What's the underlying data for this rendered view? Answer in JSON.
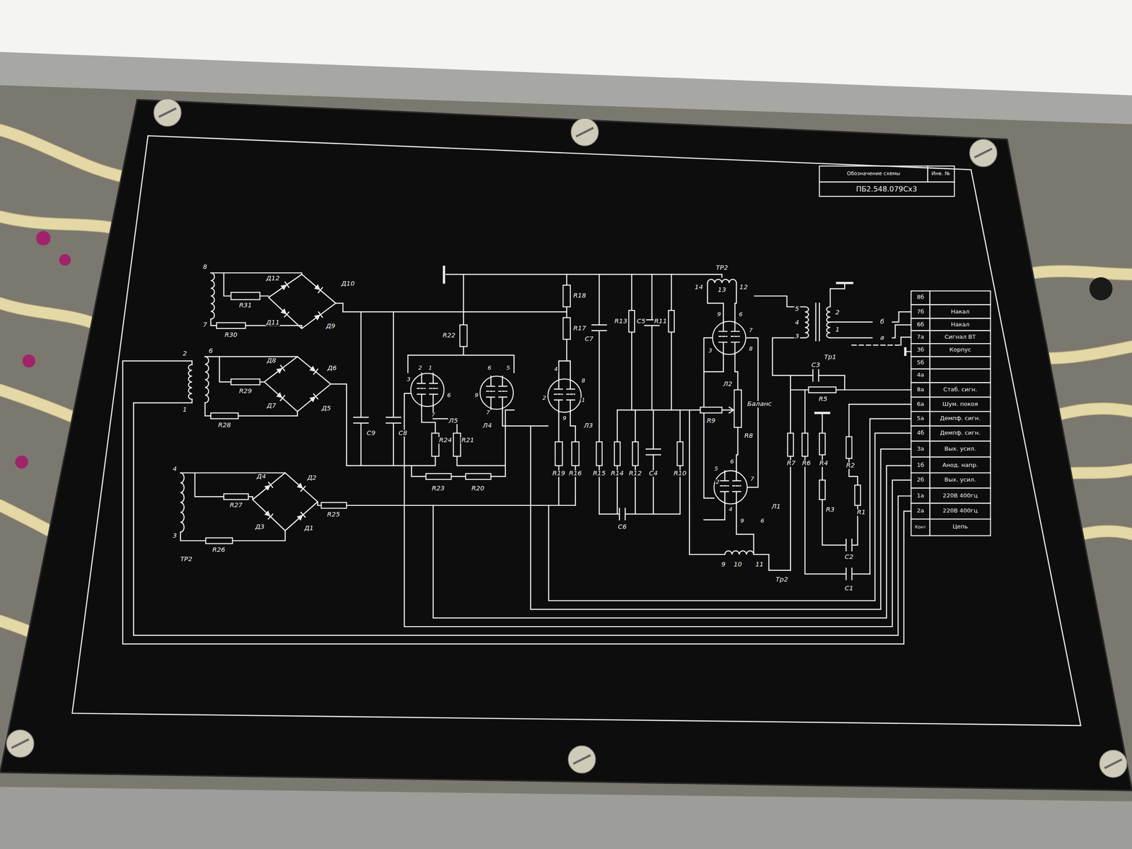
{
  "diagram": {
    "labels": [
      "Инв. №",
      "Обозначение схемы",
      "ПБ2.548.079Сх3",
      "8",
      "Д12",
      "Д10",
      "R31",
      "Д11",
      "Д9",
      "7",
      "R30",
      "6",
      "Д8",
      "Д6",
      "2",
      "R29",
      "1",
      "Д7",
      "Д5",
      "R28",
      "4",
      "Д4",
      "Д2",
      "R27",
      "Д3",
      "Д1",
      "3",
      "R26",
      "ТР2",
      "R25",
      "C9",
      "C8",
      "R22",
      "Л5",
      "Л4",
      "Л3",
      "R24",
      "R21",
      "R23",
      "R20",
      "R18",
      "R17",
      "C7",
      "R13",
      "C5",
      "R11",
      "R19",
      "R16",
      "R15",
      "R14",
      "R12",
      "C4",
      "R10",
      "C6",
      "R9",
      "Л2",
      "Баланс",
      "R8",
      "Л1",
      "ТР2",
      "14",
      "13",
      "12",
      "9",
      "10",
      "11",
      "Тр2",
      "5",
      "4",
      "3",
      "2",
      "1",
      "б",
      "а",
      "Тр1",
      "C3",
      "R5",
      "R7",
      "R6",
      "R4",
      "R3",
      "R2",
      "R1",
      "C2",
      "C1",
      "3",
      "2",
      "1",
      "6",
      "7",
      "6",
      "5",
      "7",
      "9",
      "4",
      "8",
      "2",
      "1",
      "9",
      "9",
      "6",
      "7",
      "3",
      "8",
      "6",
      "5",
      "2",
      "7",
      "4",
      "9",
      "6",
      "Цепь",
      "Конт",
      "2а",
      "220В 400гц",
      "1а",
      "220В 400гц",
      "2б",
      "Вых. усил.",
      "1б",
      "Анод. напр.",
      "3а",
      "Вых. усил.",
      "4б",
      "Демпф. сигн.",
      "5а",
      "Демпф. сигн.",
      "6а",
      "Шум. покоя",
      "8а",
      "Стаб. сигн.",
      "4а",
      "5б",
      "3б",
      "Корпус",
      "7а",
      "Сигнал ВТ",
      "6б",
      "Накал",
      "7б",
      "Накал",
      "8б"
    ]
  }
}
